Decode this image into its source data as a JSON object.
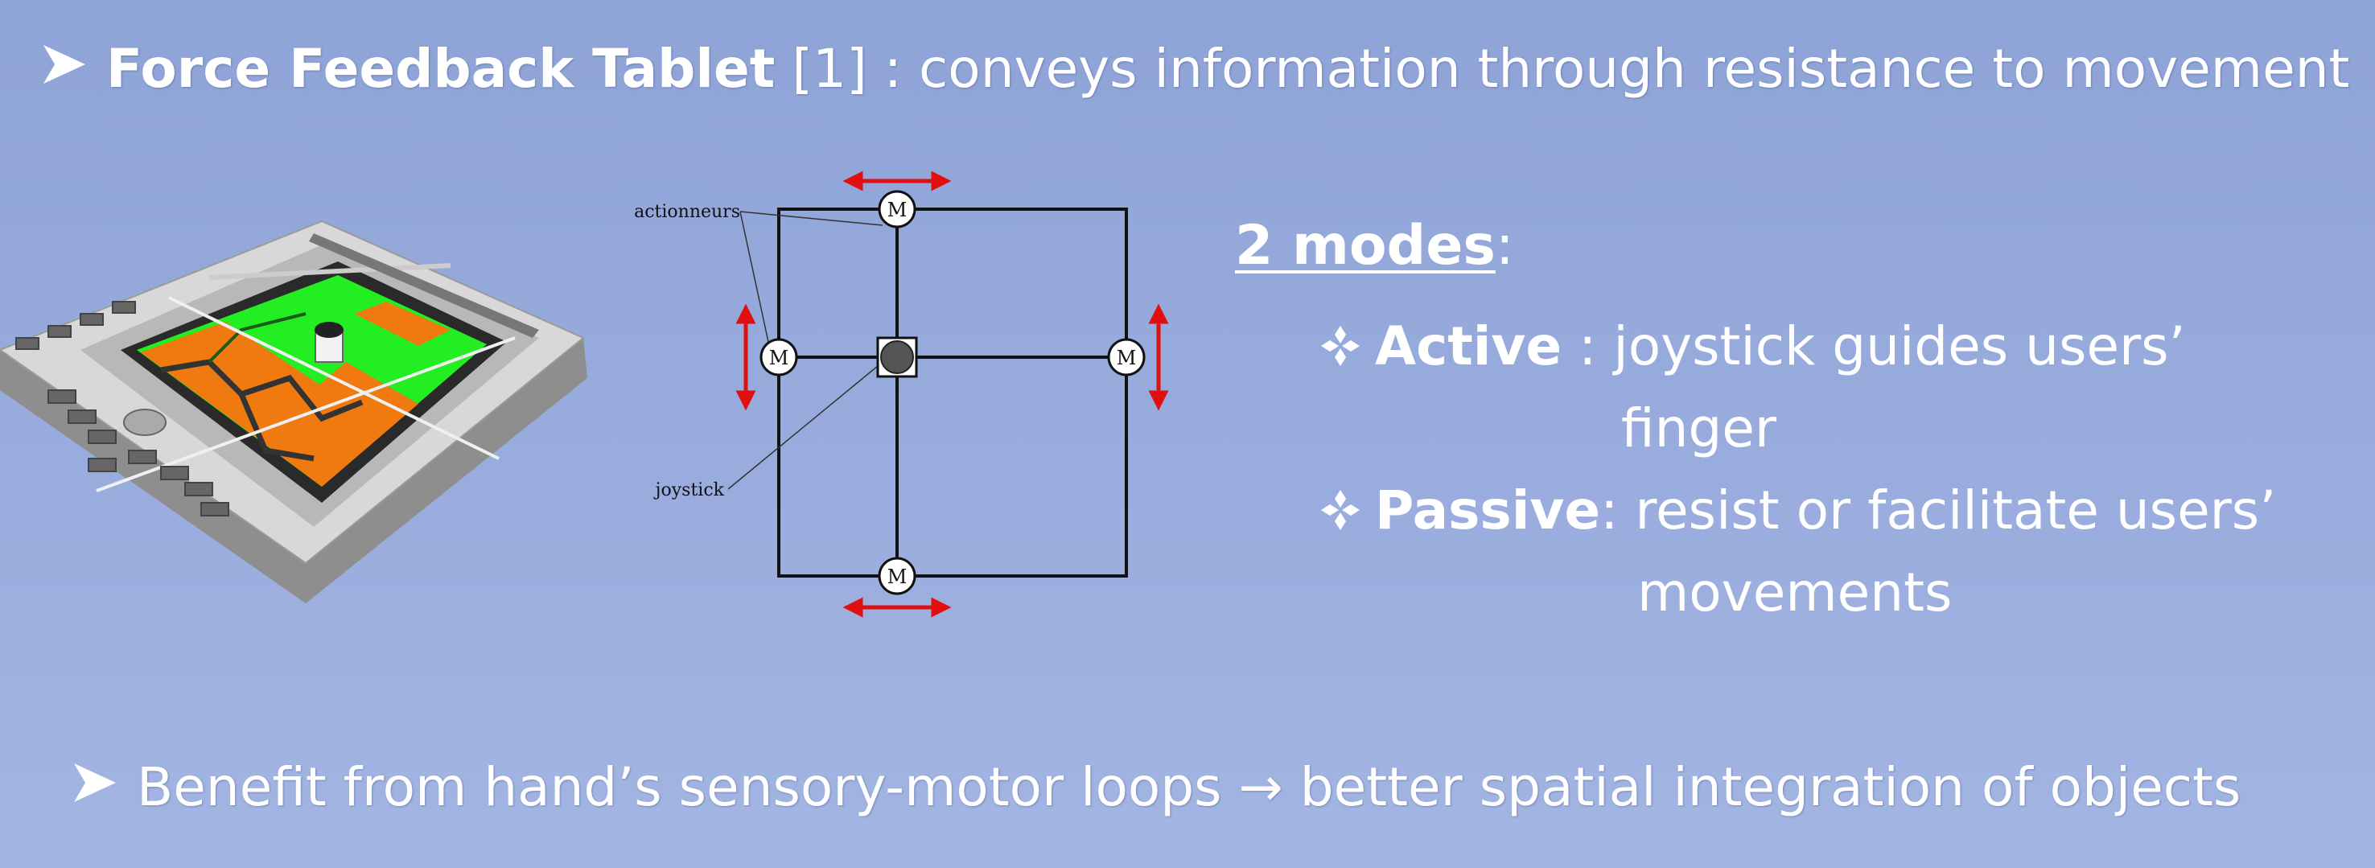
{
  "bullet1": {
    "bold": "Force Feedback Tablet",
    "rest": " [1] : conveys information through resistance to movement"
  },
  "diagram": {
    "label_actuators": "actionneurs",
    "label_joystick": "joystick",
    "motor_label": "M"
  },
  "modes": {
    "title": "2 modes",
    "colon": ":",
    "items": [
      {
        "bold": "Active",
        "rest": " : joystick guides users’",
        "continuation": "finger"
      },
      {
        "bold": "Passive",
        "rest": ": resist or facilitate users’",
        "continuation": "movements"
      }
    ]
  },
  "bullet2": {
    "text": "Benefit from hand’s sensory-motor loops → better spatial integration of objects"
  },
  "colors": {
    "background": "#94a8da",
    "arrow_red": "#e01010",
    "map_green": "#22ee22",
    "map_orange": "#f07a10"
  },
  "icons": [
    "arrow-bullet-icon",
    "diamond-bullet-icon"
  ]
}
